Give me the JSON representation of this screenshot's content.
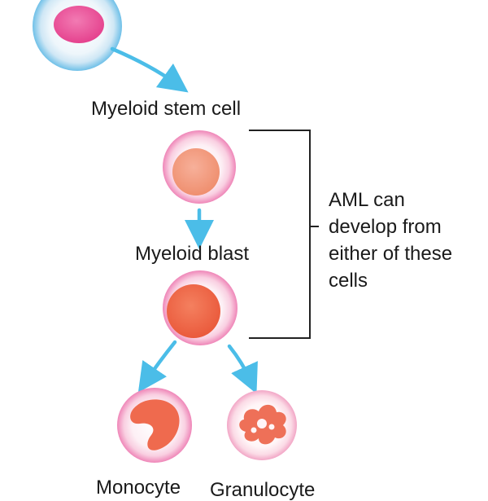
{
  "labels": {
    "myeloid_stem_cell": "Myeloid stem cell",
    "myeloid_blast": "Myeloid blast",
    "monocyte": "Monocyte",
    "granulocyte": "Granulocyte"
  },
  "note": {
    "lines": [
      "AML can",
      "develop from",
      "either of these",
      "cells"
    ]
  },
  "colors": {
    "arrow": "#4bbde8",
    "bracket": "#222222",
    "text": "#1a1a1a",
    "stem_outer": "#7bc8ec",
    "stem_nucleus": "#e8559a",
    "cell_rim": "#f08fbf",
    "stem_cell_nucleus": "#f29a7c",
    "blast_nucleus": "#ee6a4c",
    "monocyte_nucleus": "#ef6a4e",
    "granulocyte_nucleus": "#ee7058"
  },
  "icons": [
    "hematopoietic-stem-cell-icon",
    "myeloid-stem-cell-icon",
    "myeloid-blast-icon",
    "monocyte-icon",
    "granulocyte-icon"
  ]
}
